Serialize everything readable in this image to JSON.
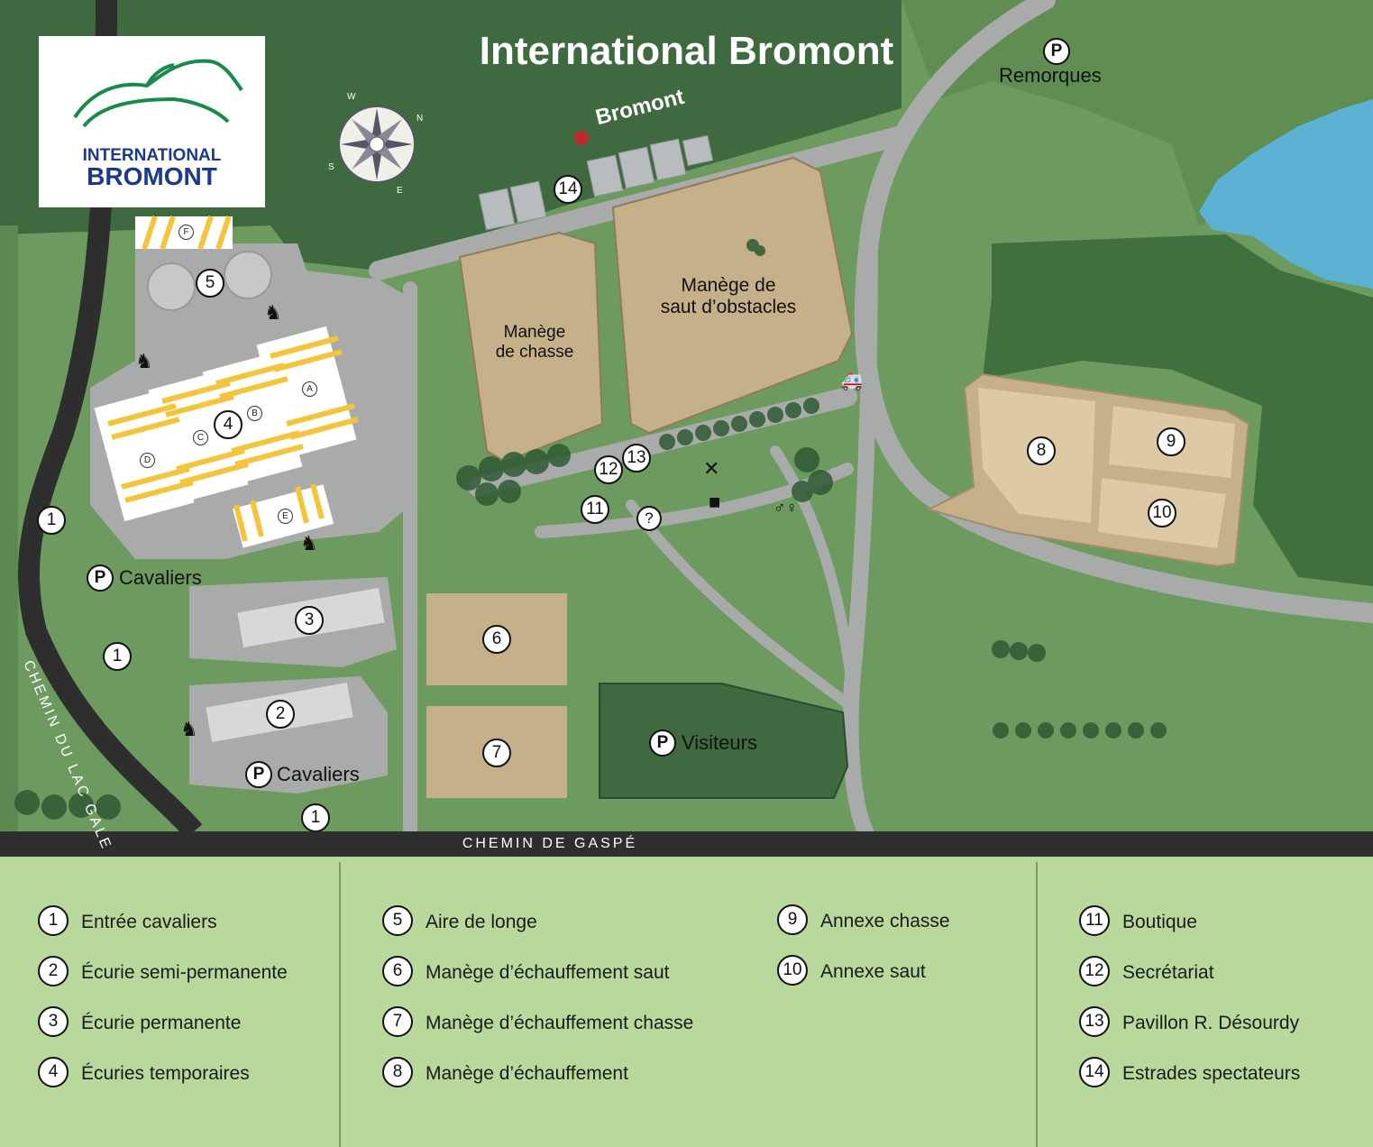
{
  "map": {
    "title": "International Bromont",
    "logo": {
      "line1": "INTERNATIONAL",
      "line2": "BROMONT"
    },
    "brand_sign": "Bromont",
    "compass_letters": [
      "N",
      "E",
      "S",
      "W"
    ],
    "roads": {
      "bottom": "CHEMIN DE GASPÉ",
      "left": "CHEMIN DU LAC GALE"
    },
    "arenas": {
      "chasse": "Manège\nde chasse",
      "obstacles_line1": "Manège de",
      "obstacles_line2": "saut d’obstacles",
      "chasse_line1": "Manège",
      "chasse_line2": "de chasse"
    },
    "parking": {
      "symbol": "P",
      "remorques": "Remorques",
      "cavaliers_1": "Cavaliers",
      "cavaliers_2": "Cavaliers",
      "visiteurs": "Visiteurs"
    },
    "markers": {
      "m1": "1",
      "m2": "2",
      "m3": "3",
      "m4": "4",
      "m5": "5",
      "m6": "6",
      "m7": "7",
      "m8": "8",
      "m9": "9",
      "m10": "10",
      "m11": "11",
      "m12": "12",
      "m13": "13",
      "m14": "14"
    },
    "tent_letters": {
      "A": "A",
      "B": "B",
      "C": "C",
      "D": "D",
      "E": "E",
      "F": "F"
    },
    "info_symbol": "?"
  },
  "legend": {
    "items": [
      {
        "num": "1",
        "label": "Entrée cavaliers"
      },
      {
        "num": "2",
        "label": "Écurie semi-permanente"
      },
      {
        "num": "3",
        "label": "Écurie permanente"
      },
      {
        "num": "4",
        "label": "Écuries temporaires"
      },
      {
        "num": "5",
        "label": "Aire de longe"
      },
      {
        "num": "6",
        "label": "Manège d’échauffement saut"
      },
      {
        "num": "7",
        "label": "Manège d’échauffement chasse"
      },
      {
        "num": "8",
        "label": "Manège d’échauffement"
      },
      {
        "num": "9",
        "label": "Annexe chasse"
      },
      {
        "num": "10",
        "label": "Annexe saut"
      },
      {
        "num": "11",
        "label": "Boutique"
      },
      {
        "num": "12",
        "label": "Secrétariat"
      },
      {
        "num": "13",
        "label": "Pavillon R. Désourdy"
      },
      {
        "num": "14",
        "label": "Estrades spectateurs"
      }
    ]
  },
  "colors": {
    "grass": "#6d9a5f",
    "forest": "#3f6a3f",
    "road": "#a9abab",
    "sand": "#c6b08a",
    "water": "#5bb2d3",
    "legend_bg": "#b9d89c",
    "logo_blue": "#1c3a8a",
    "tent_stripe": "#f2c53d"
  },
  "icons": [
    "compass-icon",
    "horse-head-icon",
    "ambulance-icon",
    "restaurant-icon",
    "shopping-bag-icon",
    "restroom-icon",
    "info-icon",
    "horse-jumper-logo-icon"
  ]
}
